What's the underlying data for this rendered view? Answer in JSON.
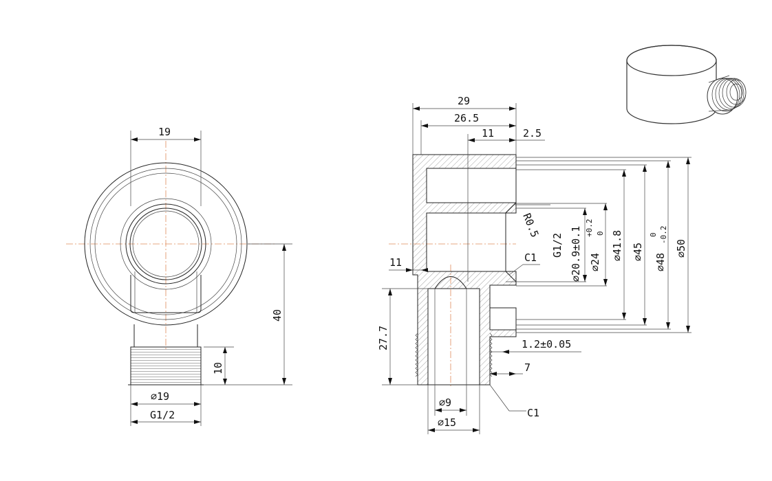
{
  "front_view": {
    "dim_width": "19",
    "dim_height": "40",
    "dim_thread_len": "10",
    "dim_thread_dia": "∅19",
    "dim_thread": "G1/2"
  },
  "section_view": {
    "dim_29": "29",
    "dim_26_5": "26.5",
    "dim_11_top": "11",
    "dim_2_5": "2.5",
    "dim_r0_5": "R0.5",
    "dim_g12": "G1/2",
    "dim_20_9": "∅20.9±0.1",
    "dim_24": "∅24",
    "dim_24_tol_upper": "+0.2",
    "dim_24_tol_lower": "0",
    "dim_41_8": "∅41.8",
    "dim_45": "∅45",
    "dim_48": "∅48",
    "dim_48_tol_upper": "0",
    "dim_48_tol_lower": "-0.2",
    "dim_50": "∅50",
    "dim_c1_top": "C1",
    "dim_11_left": "11",
    "dim_27_7": "27.7",
    "dim_1_2": "1.2±0.05",
    "dim_7": "7",
    "dim_9": "∅9",
    "dim_15": "∅15",
    "dim_c1_bottom": "C1"
  },
  "iso_view": {
    "icon": "wall-outlet-elbow-3d-icon"
  }
}
